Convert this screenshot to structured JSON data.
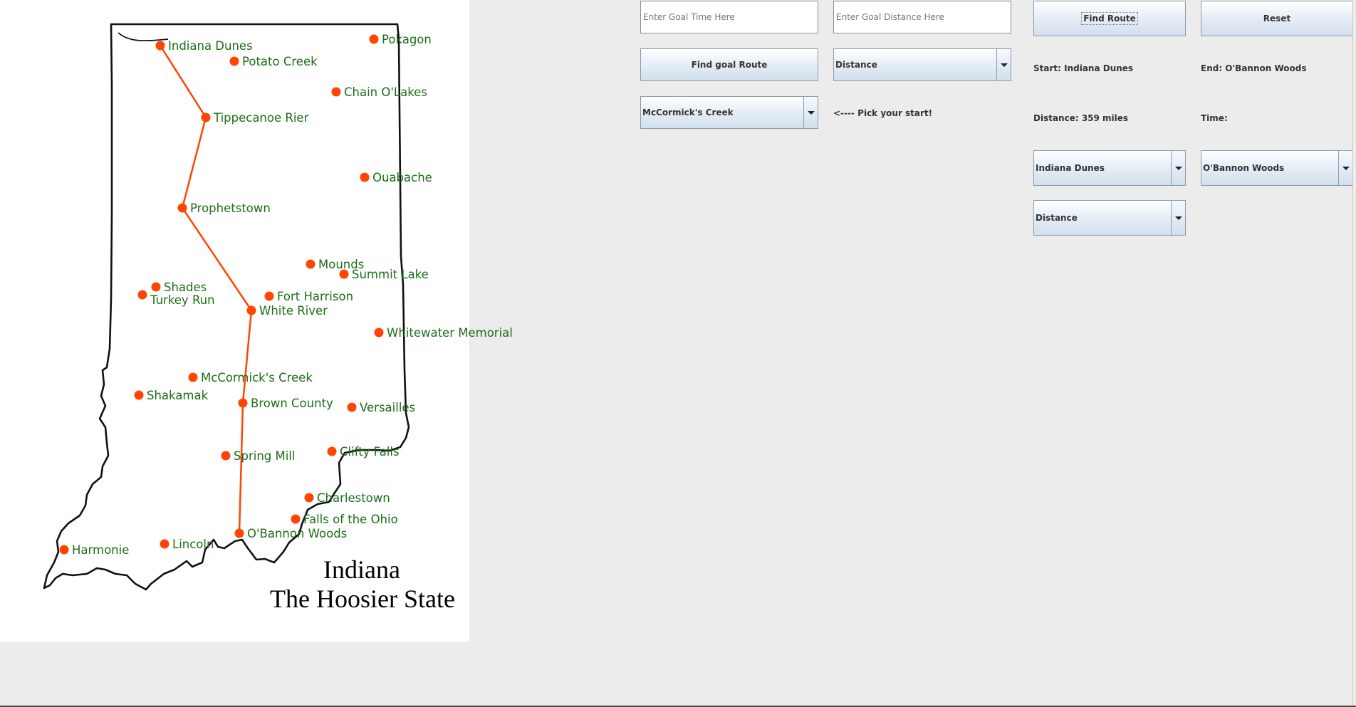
{
  "map": {
    "title_line1": "Indiana",
    "title_line2": "The Hoosier State",
    "route_color": "#ff4500",
    "label_color": "#1d6e18",
    "parks": [
      {
        "name": "Indiana Dunes",
        "on_route": true
      },
      {
        "name": "Pokagon",
        "on_route": false
      },
      {
        "name": "Potato Creek",
        "on_route": false
      },
      {
        "name": "Chain O'Lakes",
        "on_route": false
      },
      {
        "name": "Tippecanoe Rier",
        "on_route": true
      },
      {
        "name": "Ouabache",
        "on_route": false
      },
      {
        "name": "Prophetstown",
        "on_route": true
      },
      {
        "name": "Mounds",
        "on_route": false
      },
      {
        "name": "Summit Lake",
        "on_route": false
      },
      {
        "name": "Shades",
        "on_route": false
      },
      {
        "name": "Turkey Run",
        "on_route": false
      },
      {
        "name": "Fort Harrison",
        "on_route": false
      },
      {
        "name": "White River",
        "on_route": true
      },
      {
        "name": "Whitewater Memorial",
        "on_route": false
      },
      {
        "name": "McCormick's Creek",
        "on_route": false
      },
      {
        "name": "Shakamak",
        "on_route": false
      },
      {
        "name": "Brown County",
        "on_route": true
      },
      {
        "name": "Versailles",
        "on_route": false
      },
      {
        "name": "Spring Mill",
        "on_route": false
      },
      {
        "name": "Clifty Falls",
        "on_route": false
      },
      {
        "name": "Charlestown",
        "on_route": false
      },
      {
        "name": "Falls of the Ohio",
        "on_route": false
      },
      {
        "name": "O'Bannon Woods",
        "on_route": true
      },
      {
        "name": "Harmonie",
        "on_route": false
      },
      {
        "name": "Lincoln",
        "on_route": false
      }
    ]
  },
  "controls": {
    "goal_time_placeholder": "Enter Goal Time Here",
    "goal_distance_placeholder": "Enter Goal Distance Here",
    "find_route_label": "Find Route",
    "reset_label": "Reset",
    "find_goal_route_label": "Find goal Route",
    "goal_metric_selected": "Distance",
    "start_selected": "McCormick's Creek",
    "pick_start_hint": "<---- Pick your start!",
    "start_label": "Start: Indiana Dunes",
    "end_label": "End: O'Bannon Woods",
    "distance_label": "Distance: 359 miles",
    "time_label": "Time:",
    "route_start_selected": "Indiana Dunes",
    "route_end_selected": "O'Bannon Woods",
    "route_metric_selected": "Distance"
  }
}
